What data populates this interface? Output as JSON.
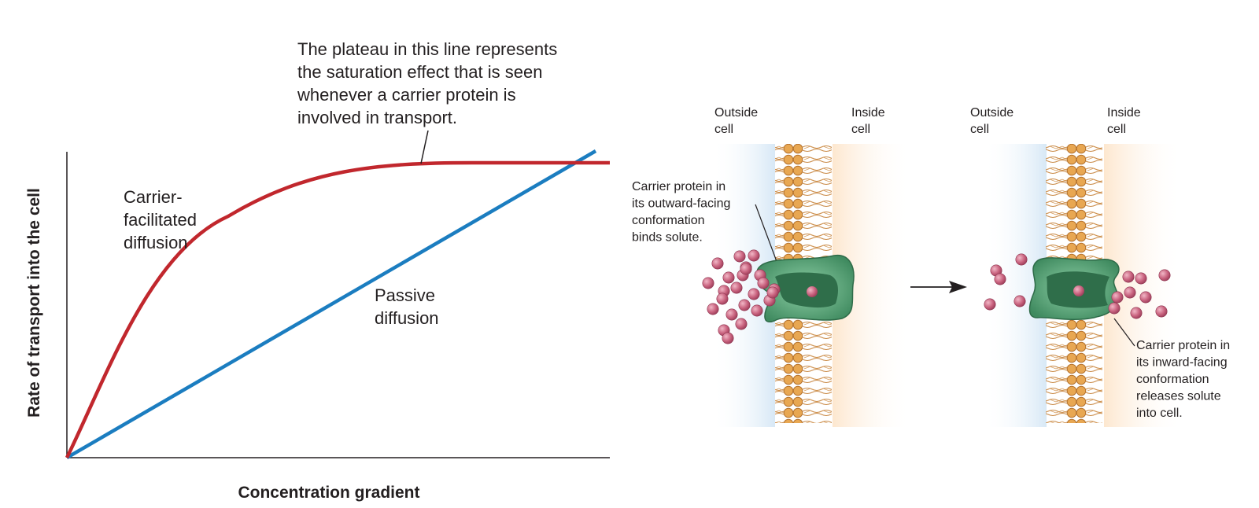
{
  "graph": {
    "y_axis_label": "Rate of transport into the cell",
    "x_axis_label": "Concentration gradient",
    "plateau_note": [
      "The plateau in this line represents",
      "the saturation effect that is seen",
      "whenever a carrier protein is",
      "involved in transport."
    ],
    "carrier_label": [
      "Carrier-",
      "facilitated",
      "diffusion"
    ],
    "passive_label": [
      "Passive",
      "diffusion"
    ],
    "carrier_color": "#c1272d",
    "passive_color": "#1b7dc0"
  },
  "transport": {
    "panel1": {
      "outside": [
        "Outside",
        "cell"
      ],
      "inside": [
        "Inside",
        "cell"
      ],
      "callout": [
        "Carrier protein in",
        "its outward-facing",
        "conformation",
        "binds solute."
      ]
    },
    "panel2": {
      "outside": [
        "Outside",
        "cell"
      ],
      "inside": [
        "Inside",
        "cell"
      ],
      "callout": [
        "Carrier protein in",
        "its inward-facing",
        "conformation",
        "releases solute",
        "into cell."
      ]
    },
    "protein_color": "#5aa57a",
    "solute_color": "#c9637f",
    "membrane_color": "#e3a24f"
  }
}
